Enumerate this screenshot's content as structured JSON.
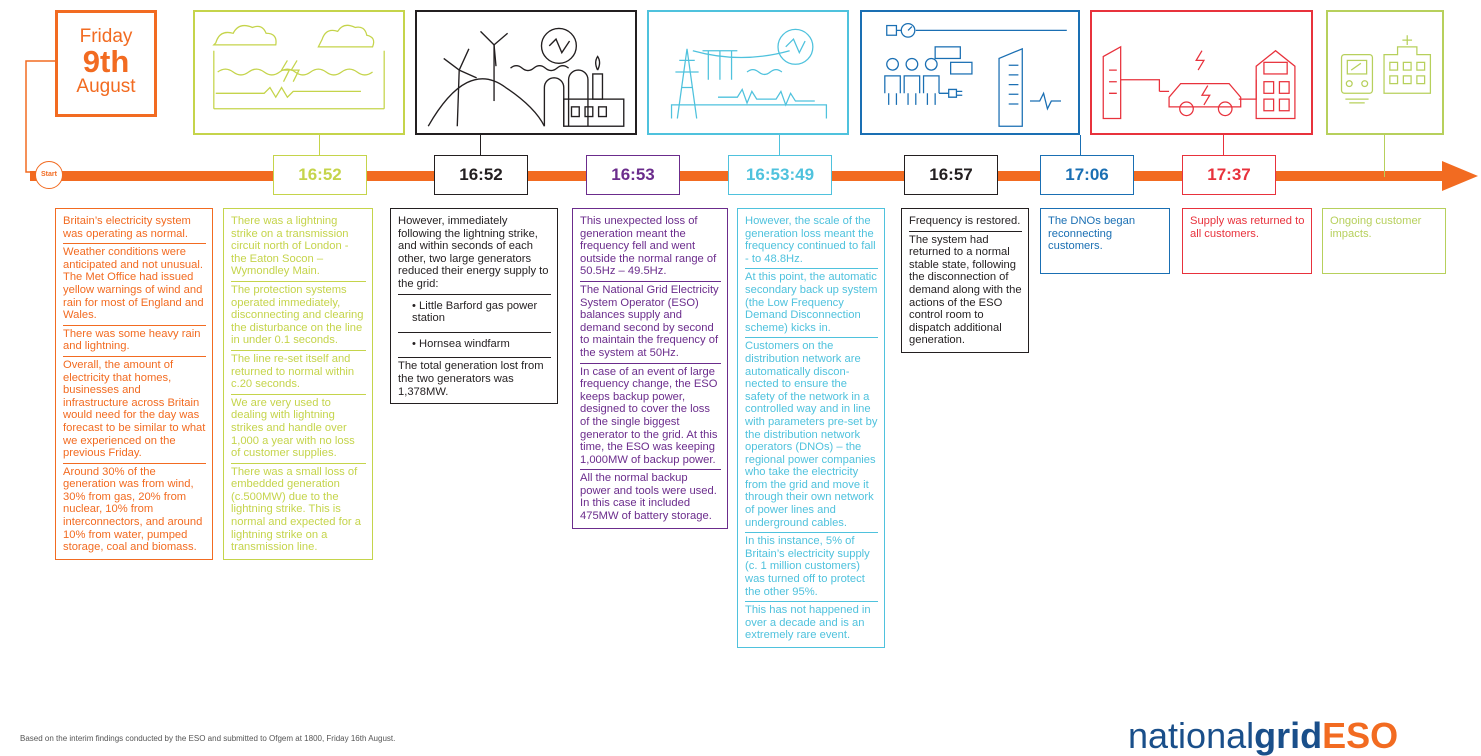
{
  "colors": {
    "orange": "#f26b21",
    "lime": "#c5d44b",
    "black": "#231f20",
    "purple": "#6b2c8c",
    "cyan": "#4fc2dd",
    "blue": "#1a6fb3",
    "red": "#e8323c",
    "green": "#b7d05c",
    "brand_blue": "#1a4f8a"
  },
  "date_card": {
    "day": "Friday",
    "date": "9th",
    "month": "August"
  },
  "start_label": "Start",
  "times": {
    "t1": "16:52",
    "t2": "16:52",
    "t3": "16:53",
    "t4": "16:53:49",
    "t5": "16:57",
    "t6": "17:06",
    "t7": "17:37"
  },
  "columns": {
    "c0": [
      "Britain’s electricity system was operating as normal.",
      "Weather conditions were anticipated and not unusual. The Met Office had issued yellow warnings of wind and rain for most of England and Wales.",
      "There was some heavy rain and lightning.",
      "Overall, the amount of electricity that homes, businesses and infrastructure across Britain would need for the day was forecast to be similar to what we experienced on the previous Friday.",
      "Around 30% of the generation was from wind, 30% from gas, 20% from nuclear, 10% from interconnectors, and around 10% from water, pumped storage, coal and biomass."
    ],
    "c1": [
      "There was a lightning strike on a transmission circuit north of London - the Eaton Socon – Wymondley Main.",
      "The protection systems operated immediately, disconnecting and clearing the disturbance on the line in under 0.1 seconds.",
      "The line re-set itself and returned to normal within c.20 seconds.",
      "We are very used to dealing with lightning strikes and handle over 1,000 a year with no loss of customer supplies.",
      "There was a small loss of embedded generation (c.500MW) due to the lightning strike. This is normal and expected for a lightning strike on a transmission line."
    ],
    "c2_intro": "However, immediately following the lightning strike, and within seconds of each other, two large generators reduced their energy supply to the grid:",
    "c2_list": [
      "Little Barford gas power station",
      "Hornsea windfarm"
    ],
    "c2_outro": "The total generation lost from the two generators was 1,378MW.",
    "c3": [
      "This unexpected loss of generation meant the frequency fell and went outside the normal range of 50.5Hz – 49.5Hz.",
      "The National Grid Electricity System Operator (ESO) balances supply and demand second by second to maintain the frequency of the system at 50Hz.",
      "In case of an event of large frequency change, the ESO keeps backup power, designed to cover the loss of the single biggest generator to the grid. At this time, the ESO was keeping 1,000MW of backup power.",
      "All the normal backup power and tools were used. In this case it included 475MW of battery storage."
    ],
    "c4": [
      "However, the scale of the generation loss meant the frequency continued to fall - to 48.8Hz.",
      "At this point, the automatic secondary back up system (the Low Frequency Demand Disconnection scheme) kicks in.",
      "Customers on the distribution network are automatically discon-nected to ensure the safety of the network in a controlled way and in line with parameters pre-set by the distribution network operators (DNOs) – the regional power companies who take the electricity from the grid and move it through their own network of power lines and underground cables.",
      "In this instance, 5% of Britain’s electricity supply (c. 1 million customers) was turned off to protect the other 95%.",
      "This has not happened in over a decade and is an extremely rare event."
    ],
    "c5": [
      "Frequency is restored.",
      "The system had returned to a normal stable state, following the disconnection of demand along with the actions of the ESO control room to dispatch additional generation."
    ],
    "c6": [
      "The DNOs began reconnecting customers."
    ],
    "c7": [
      "Supply was returned to all customers."
    ],
    "c8": [
      "Ongoing customer impacts."
    ]
  },
  "footnote": "Based on the interim findings conducted by the ESO and submitted to Ofgem at 1800, Friday 16th August.",
  "logo": {
    "part1": "national",
    "part2": "grid",
    "part3": "ESO"
  },
  "icons": {
    "panel1": "storm-lightning-icon",
    "panel2": "wind-turbines-generator-icon",
    "panel3": "pylons-frequency-icon",
    "panel4": "control-room-icon",
    "panel5": "electric-car-house-icon",
    "panel6": "train-hospital-icon"
  }
}
